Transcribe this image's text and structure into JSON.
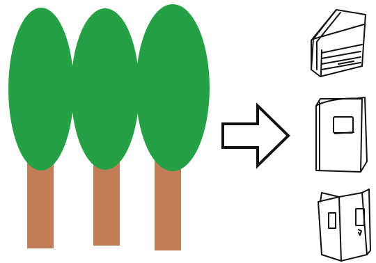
{
  "colors": {
    "background": "#ffffff",
    "foliage": "#25a045",
    "trunk": "#c17d55",
    "ink": "#111111",
    "arrow_fill": "#ffffff"
  },
  "trees": [
    {
      "name": "tree-1"
    },
    {
      "name": "tree-2"
    },
    {
      "name": "tree-3"
    }
  ],
  "books": [
    {
      "name": "closed-book-angled-sketch",
      "icon": "book-icon"
    },
    {
      "name": "closed-book-front-sketch",
      "icon": "book-icon"
    },
    {
      "name": "open-book-sketch",
      "icon": "open-book-icon"
    }
  ],
  "arrow": {
    "icon": "right-arrow-icon"
  }
}
